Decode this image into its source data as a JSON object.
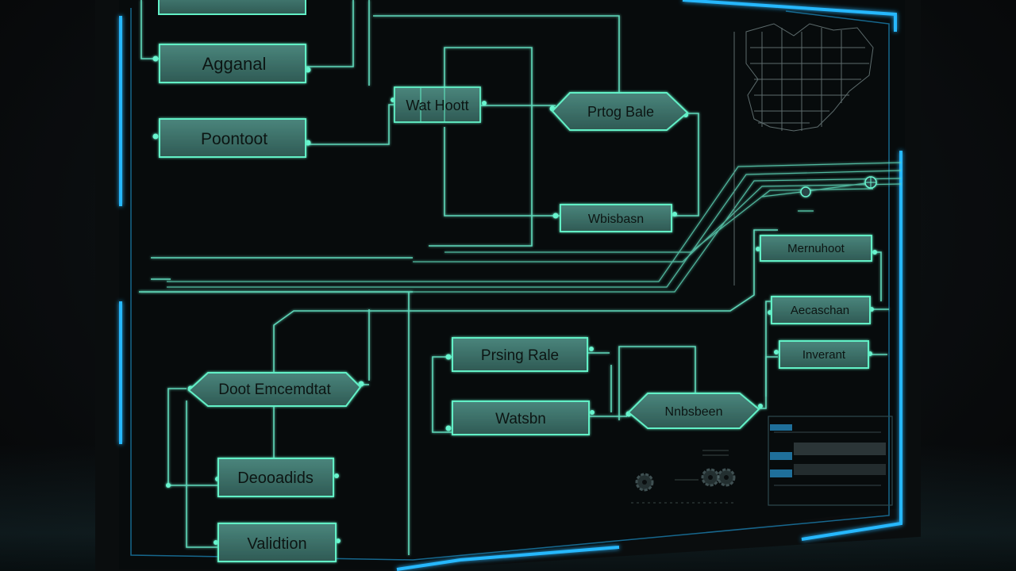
{
  "colors": {
    "node_fill": "#3d6e67",
    "node_stroke": "#62f0c6",
    "node_text": "#0c1513",
    "wire": "#5fd7b9",
    "wire_bright": "#69f5cf",
    "frame_glow": "#27b8ff",
    "screen_bg": "#070b0c"
  },
  "icons": {
    "gear": "gear-icon",
    "globe": "globe-icon",
    "connector": "connector-dot-icon",
    "map": "world-map-icon"
  },
  "nodes": {
    "top_partial": "",
    "agganul": "Agganal",
    "poontout": "Poontoot",
    "wat_hoott": "Wat Hoott",
    "prtog_bale": "Prtog Bale",
    "wbiebasn": "Wbisbasn",
    "mernuhoot": "Mernuhoot",
    "aiecasbshon": "Aecaschan",
    "invernati": "Inverant",
    "doof_emc": "Doot Emcemdtat",
    "prising_rale": "Prsing Rale",
    "watsbn": "Watsbn",
    "nnisbeen": "Nnbsbeen",
    "deooomids": "Deooadids",
    "validation": "Validtion"
  }
}
